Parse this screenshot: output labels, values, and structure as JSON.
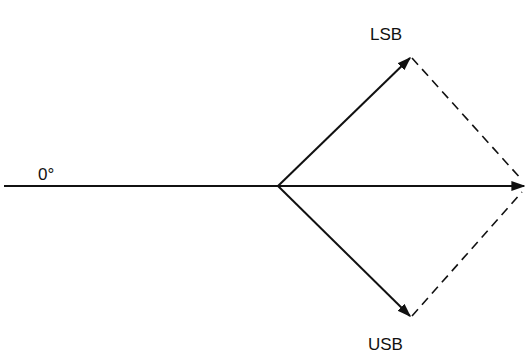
{
  "diagram": {
    "labels": [
      "0°",
      "LSB",
      "USB"
    ]
  }
}
